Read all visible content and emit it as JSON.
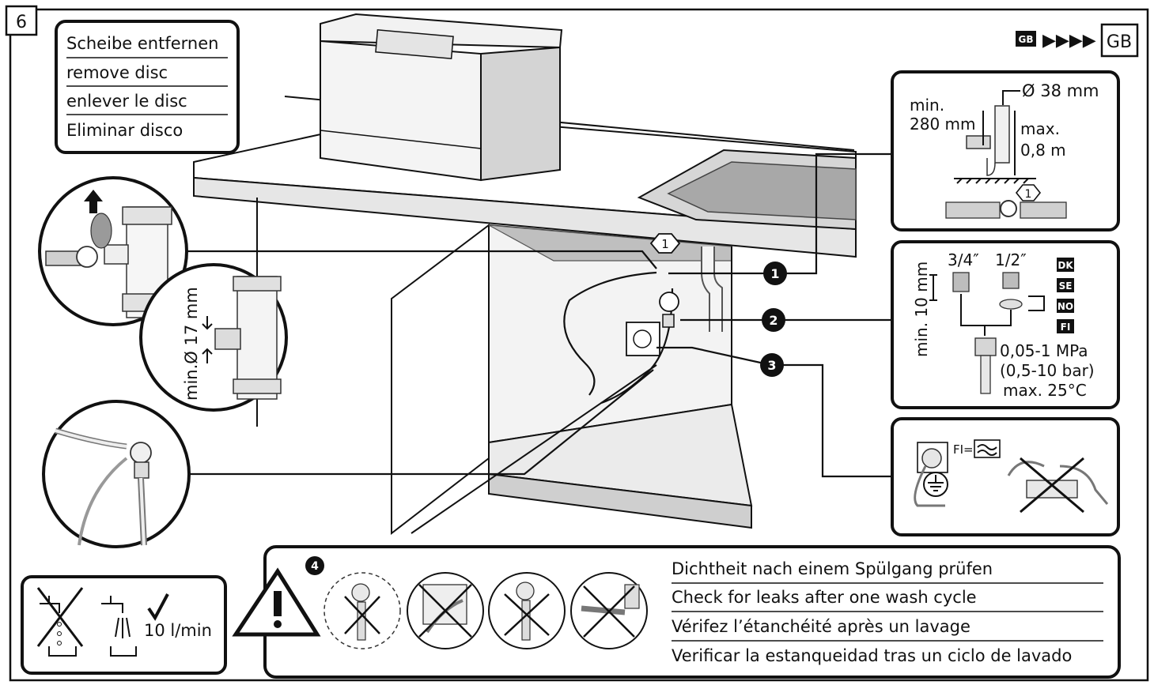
{
  "step": {
    "number": "6"
  },
  "language_nav": {
    "flag": "GB",
    "arrows": "▶▶▶▶",
    "current": "GB"
  },
  "instruction_box": {
    "lines": [
      "Scheibe entfernen",
      "remove disc",
      "enlever le disc",
      "Eliminar disco"
    ]
  },
  "connection_zoom": {
    "diameter": "min.Ø 17 mm"
  },
  "callouts": {
    "c1": "1",
    "c2": "2",
    "c3": "3",
    "c4": "4",
    "hex1": "1",
    "hex1_drain": "1"
  },
  "drain_panel": {
    "diameter": "Ø 38 mm",
    "min_line1": "min.",
    "min_line2": "280 mm",
    "max_line1": "max.",
    "max_line2": "0,8 m"
  },
  "water_panel": {
    "thread_a": "3/4″",
    "thread_b": "1/2″",
    "min_depth": "min. 10 mm",
    "countries": [
      "DK",
      "SE",
      "NO",
      "FI"
    ],
    "pressure": "0,05-1 MPa",
    "pressure_bar": "(0,5-10 bar)",
    "max_temp": "max. 25°C"
  },
  "electrical_panel": {
    "fi_label": "FI="
  },
  "flow_panel": {
    "flow": "10 l/min"
  },
  "leak_check": {
    "lines": [
      "Dichtheit nach einem Spülgang prüfen",
      "Check for leaks after one wash cycle",
      "Vérifez l’étanchéité après un lavage",
      "Verificar la estanqueidad tras un ciclo de lavado"
    ]
  },
  "icons": [
    "warning-triangle-icon",
    "check-icon",
    "faucet-icon",
    "plug-icon",
    "ground-icon",
    "rcd-icon"
  ]
}
